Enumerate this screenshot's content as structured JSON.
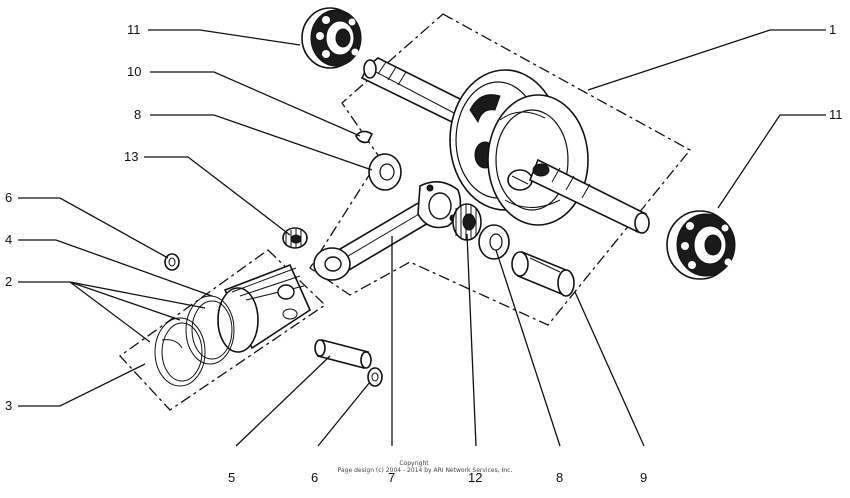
{
  "callouts": [
    {
      "id": "c1",
      "text": "1"
    },
    {
      "id": "c11a",
      "text": "11"
    },
    {
      "id": "c11b",
      "text": "11"
    },
    {
      "id": "c10",
      "text": "10"
    },
    {
      "id": "c8a",
      "text": "8"
    },
    {
      "id": "c13",
      "text": "13"
    },
    {
      "id": "c6a",
      "text": "6"
    },
    {
      "id": "c4",
      "text": "4"
    },
    {
      "id": "c2",
      "text": "2"
    },
    {
      "id": "c3",
      "text": "3"
    },
    {
      "id": "c5",
      "text": "5"
    },
    {
      "id": "c6b",
      "text": "6"
    },
    {
      "id": "c7",
      "text": "7"
    },
    {
      "id": "c12",
      "text": "12"
    },
    {
      "id": "c8b",
      "text": "8"
    },
    {
      "id": "c9",
      "text": "9"
    }
  ],
  "copyright": {
    "line1": "Copyright",
    "line2": "Page design (c) 2004 - 2014 by ARI Network Services, Inc."
  },
  "colors": {
    "ink": "#111111",
    "paper": "#ffffff"
  }
}
